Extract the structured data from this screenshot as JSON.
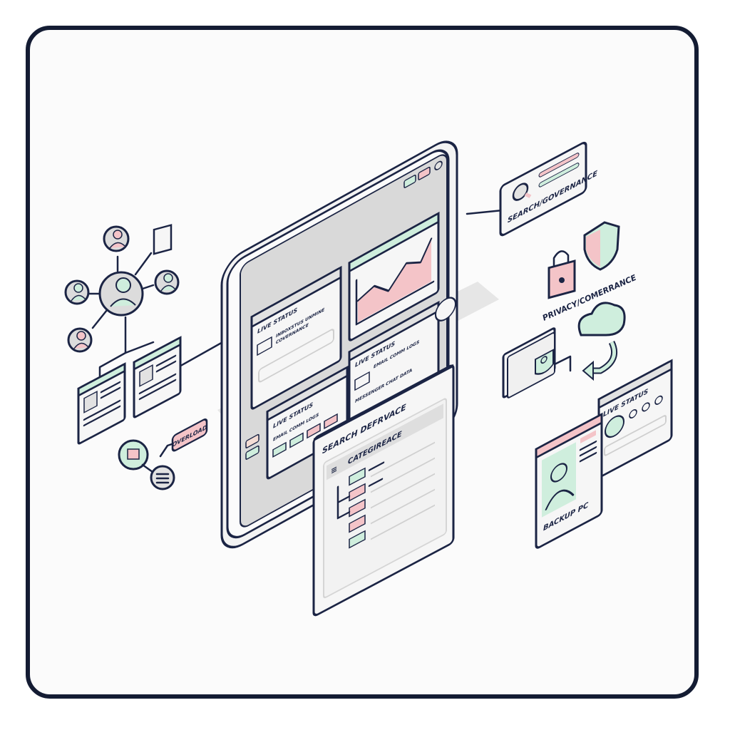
{
  "colors": {
    "outline": "#1b2444",
    "green": "#cfeedd",
    "pink": "#f4c4c8",
    "gray": "#e2e2e2",
    "paper": "#f6f6f6"
  },
  "central_dashboard": {
    "cards": [
      {
        "title": "LIVE STATUS",
        "lines": [
          "INBOXSTUS UNMINE",
          "COVERNANCE"
        ],
        "icon": "mail-icon"
      },
      {
        "title": "LIVE STATUS",
        "lines": [
          "EMAIL COMM LOGS",
          "MESSENGER CHAT DATA"
        ],
        "icon": "mail-icon"
      },
      {
        "title": "LIVE STATUS",
        "lines": [
          "EMAIL COMM LOGS"
        ]
      }
    ],
    "chart_icon": "line-chart-icon"
  },
  "search_governance_card": {
    "label": "SEARCH/GOVERNANCE",
    "icon": "search-icon"
  },
  "privacy": {
    "label": "PRIVACY/COMERRANCE",
    "icons": [
      "lock-icon",
      "shield-icon"
    ]
  },
  "search_window": {
    "title": "SEARCH DEFRVACE",
    "category": "CATEGIREACE"
  },
  "live_status_card": {
    "title": "LIVE STATUS"
  },
  "backup_card": {
    "label": "BACKUP PC"
  },
  "badge": {
    "label": "OVERLOAD"
  }
}
